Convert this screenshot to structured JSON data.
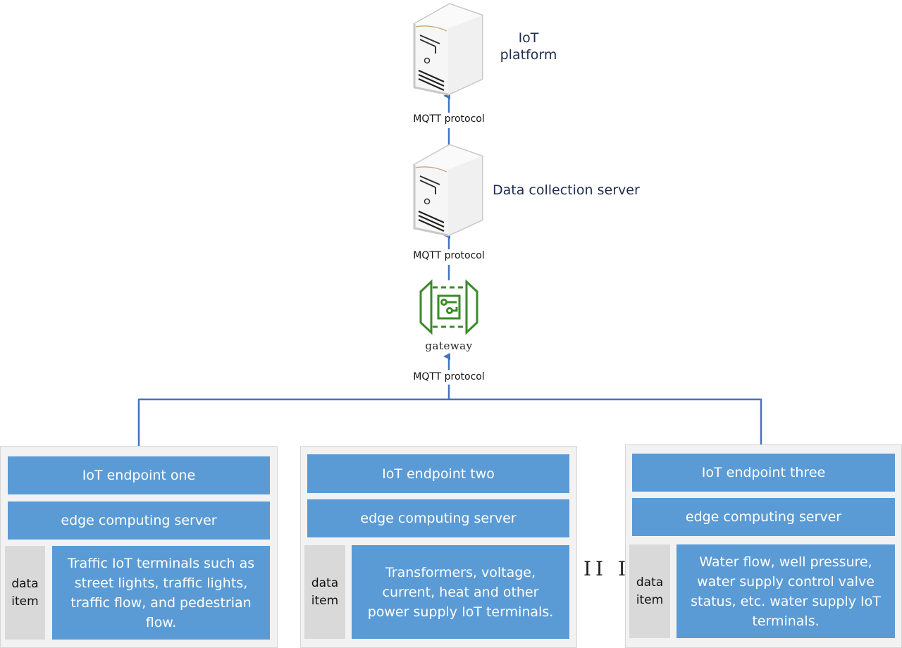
{
  "colors": {
    "connector": "#4472c4",
    "accent_blue": "#5b9bd5",
    "gateway_green": "#3a8a2a",
    "panel_bg": "#f2f2f2",
    "data_item_bg": "#d9d9d9",
    "label_text": "#1f2d4d"
  },
  "nodes": {
    "iot_platform": {
      "icon": "server-icon",
      "label": "IoT\nplatform"
    },
    "data_collection_server": {
      "icon": "server-icon",
      "label": "Data collection server"
    },
    "gateway": {
      "icon": "gateway-icon",
      "label": "gateway"
    }
  },
  "links": [
    {
      "from": "data_collection_server",
      "to": "iot_platform",
      "label": "MQTT protocol"
    },
    {
      "from": "gateway",
      "to": "data_collection_server",
      "label": "MQTT protocol"
    },
    {
      "from": "iot_endpoints",
      "to": "gateway",
      "label": "MQTT protocol"
    }
  ],
  "endpoints": [
    {
      "title": "IoT endpoint one",
      "server": "edge computing server",
      "data_item_label": "data\nitem",
      "description": "Traffic IoT terminals such as street lights, traffic lights, traffic flow, and pedestrian flow."
    },
    {
      "title": "IoT endpoint two",
      "server": "edge computing server",
      "data_item_label": "data\nitem",
      "description": "Transformers, voltage, current, heat and other power supply IoT terminals."
    },
    {
      "title": "IoT endpoint three",
      "server": "edge computing server",
      "data_item_label": "data\nitem",
      "description": "Water flow, well pressure, water supply control valve status, etc. water supply IoT terminals."
    }
  ],
  "separator_mark": "II II"
}
